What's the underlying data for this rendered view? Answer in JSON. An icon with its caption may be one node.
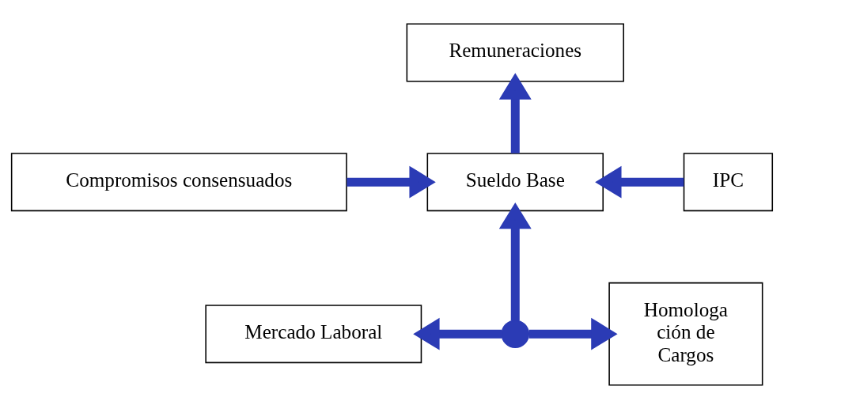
{
  "diagram": {
    "nodes": [
      {
        "text": [
          "Remuneraciones"
        ]
      },
      {
        "text": [
          "Compromisos consensuados"
        ]
      },
      {
        "text": [
          "Sueldo Base"
        ]
      },
      {
        "text": [
          "IPC"
        ]
      },
      {
        "text": [
          "Mercado Laboral"
        ]
      },
      {
        "text": [
          "Homologa ción de Cargos"
        ]
      },
      {
        "text": [],
        "shape": "point"
      }
    ],
    "edges": [
      {
        "from": 2,
        "to": 0,
        "arrow": "to"
      },
      {
        "from": 1,
        "to": 2,
        "arrow": "to"
      },
      {
        "from": 3,
        "to": 2,
        "arrow": "to"
      },
      {
        "from": 6,
        "to": 4,
        "arrow": "to"
      },
      {
        "from": 6,
        "to": 2,
        "arrow": "to"
      },
      {
        "from": 6,
        "to": 5,
        "arrow": "to"
      }
    ]
  }
}
